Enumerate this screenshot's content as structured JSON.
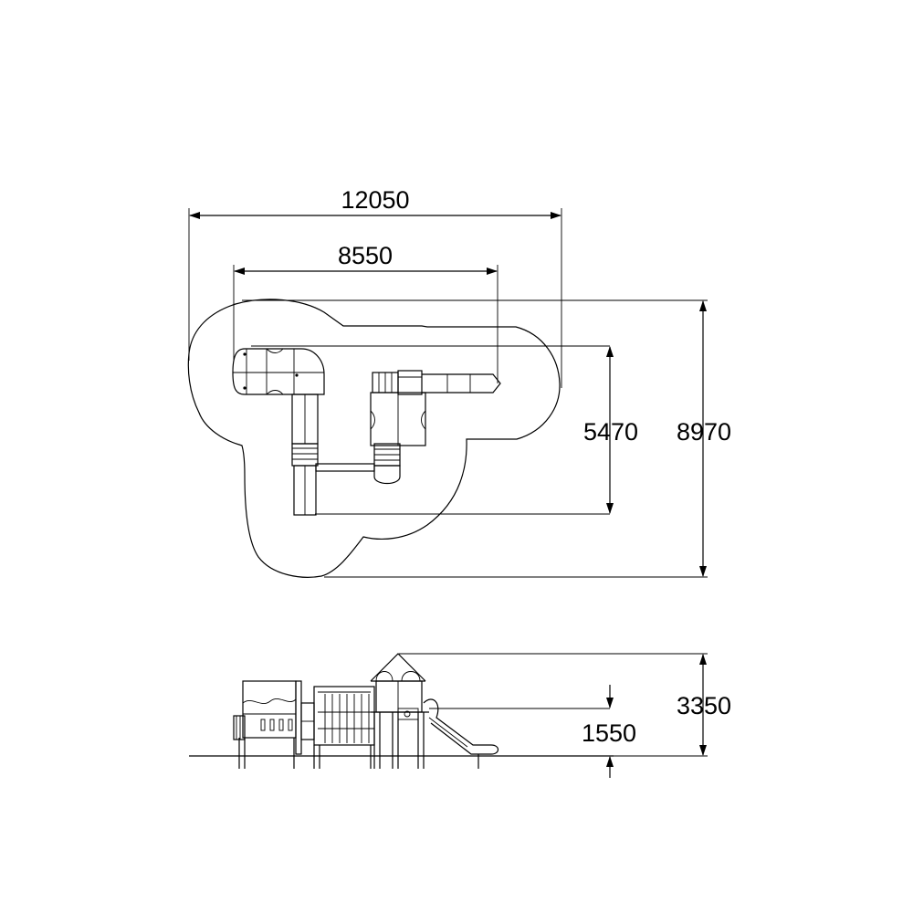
{
  "drawing": {
    "units": "mm",
    "plan_view": {
      "overall_width": "12050",
      "structure_width": "8550",
      "structure_depth": "5470",
      "overall_depth": "8970"
    },
    "side_view": {
      "total_height": "3350",
      "platform_height": "1550"
    }
  }
}
